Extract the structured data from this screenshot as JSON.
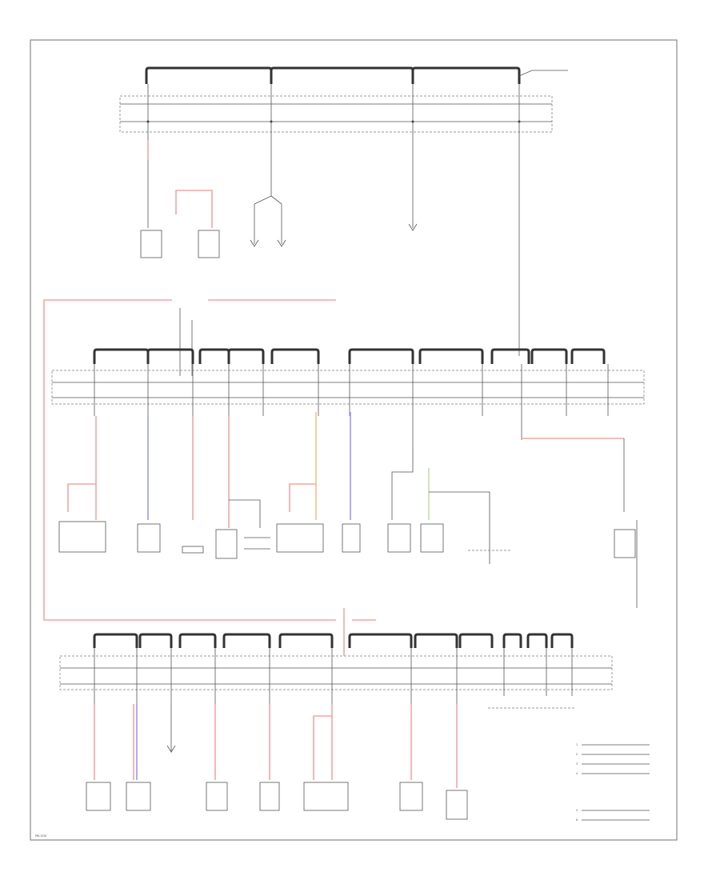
{
  "diagram": {
    "type": "power-distribution-wiring-schematic",
    "footer_code": "PW-1234",
    "legend": [
      "1",
      "2",
      "3",
      "4",
      "5",
      "6"
    ],
    "colors": {
      "border": "#888888",
      "bus": "#333333",
      "wire": "#555555",
      "red_wire": "#f2a5a5",
      "blue_wire": "#9a9af2",
      "orange_wire": "#f5c08c",
      "green_wire": "#b8dd9a"
    }
  }
}
